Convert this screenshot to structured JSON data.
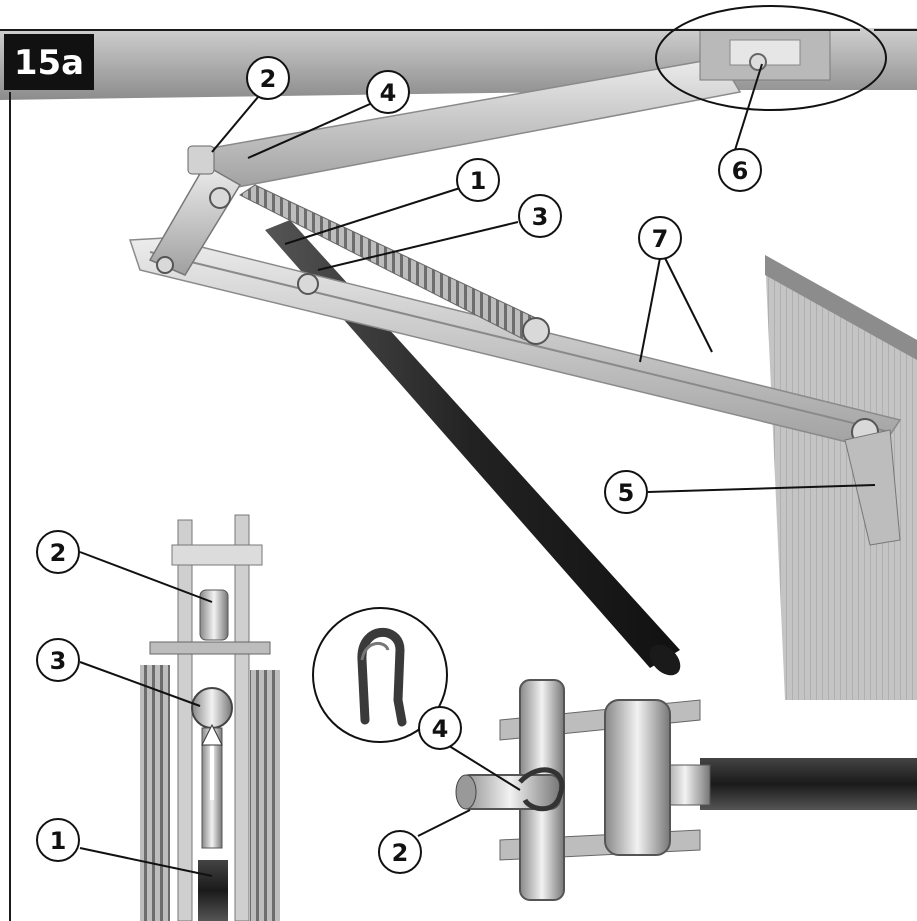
{
  "step_badge": "15a",
  "colors": {
    "badge_bg": "#111111",
    "badge_text": "#ffffff",
    "frame": "#1a1a1a",
    "metal_light": "#d8d8d8",
    "metal_mid": "#a9a9a9",
    "metal_dark": "#6e6e6e",
    "rod": "#2b2b2b",
    "panel": "#c9c9c9",
    "callout_stroke": "#111111"
  },
  "callouts": [
    {
      "id": "top-2",
      "label": "2"
    },
    {
      "id": "top-4",
      "label": "4"
    },
    {
      "id": "top-1",
      "label": "1"
    },
    {
      "id": "top-3",
      "label": "3"
    },
    {
      "id": "top-6",
      "label": "6"
    },
    {
      "id": "top-7",
      "label": "7"
    },
    {
      "id": "top-5",
      "label": "5"
    },
    {
      "id": "left-2",
      "label": "2"
    },
    {
      "id": "left-3",
      "label": "3"
    },
    {
      "id": "left-1",
      "label": "1"
    },
    {
      "id": "right-4",
      "label": "4"
    },
    {
      "id": "right-2",
      "label": "2"
    }
  ]
}
